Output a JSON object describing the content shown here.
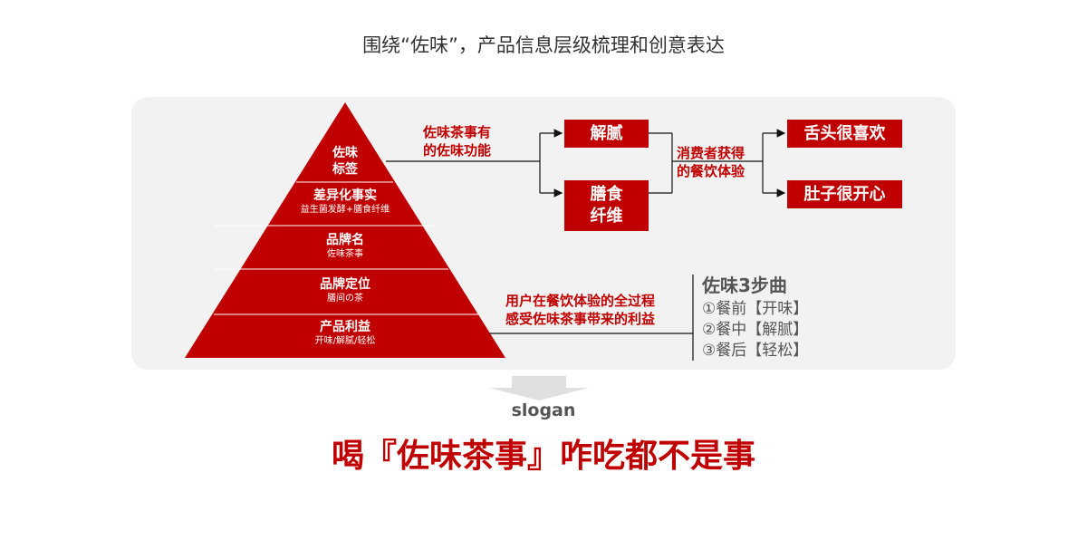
{
  "title": "围绕“佐味”，产品信息层级梳理和创意表达",
  "pyramid": [
    {
      "title": "佐味",
      "title2": "标签"
    },
    {
      "title": "差异化事实",
      "sub": "益生菌发酵+膳食纤维"
    },
    {
      "title": "品牌名",
      "sub": "佐味茶事"
    },
    {
      "title": "品牌定位",
      "sub": "膳间の茶"
    },
    {
      "title": "产品利益",
      "sub": "开味/解腻/轻松"
    }
  ],
  "function_label": [
    "佐味茶事有",
    "的佐味功能"
  ],
  "functions": [
    "解腻",
    "膳食",
    "纤维"
  ],
  "experience_label": [
    "消费者获得",
    "的餐饮体验"
  ],
  "results": [
    "舌头很喜欢",
    "肚子很开心"
  ],
  "benefit_label": [
    "用户在餐饮体验的全过程",
    "感受佐味茶事带来的利益"
  ],
  "steps": {
    "title": "佐味3步曲",
    "items": [
      "①餐前【开味】",
      "②餐中【解腻】",
      "③餐后【轻松】"
    ]
  },
  "slogan_label": "slogan",
  "slogan": "喝『佐味茶事』咋吃都不是事",
  "colors": {
    "accent": "#c00000",
    "panel": "#f2f2f2"
  }
}
